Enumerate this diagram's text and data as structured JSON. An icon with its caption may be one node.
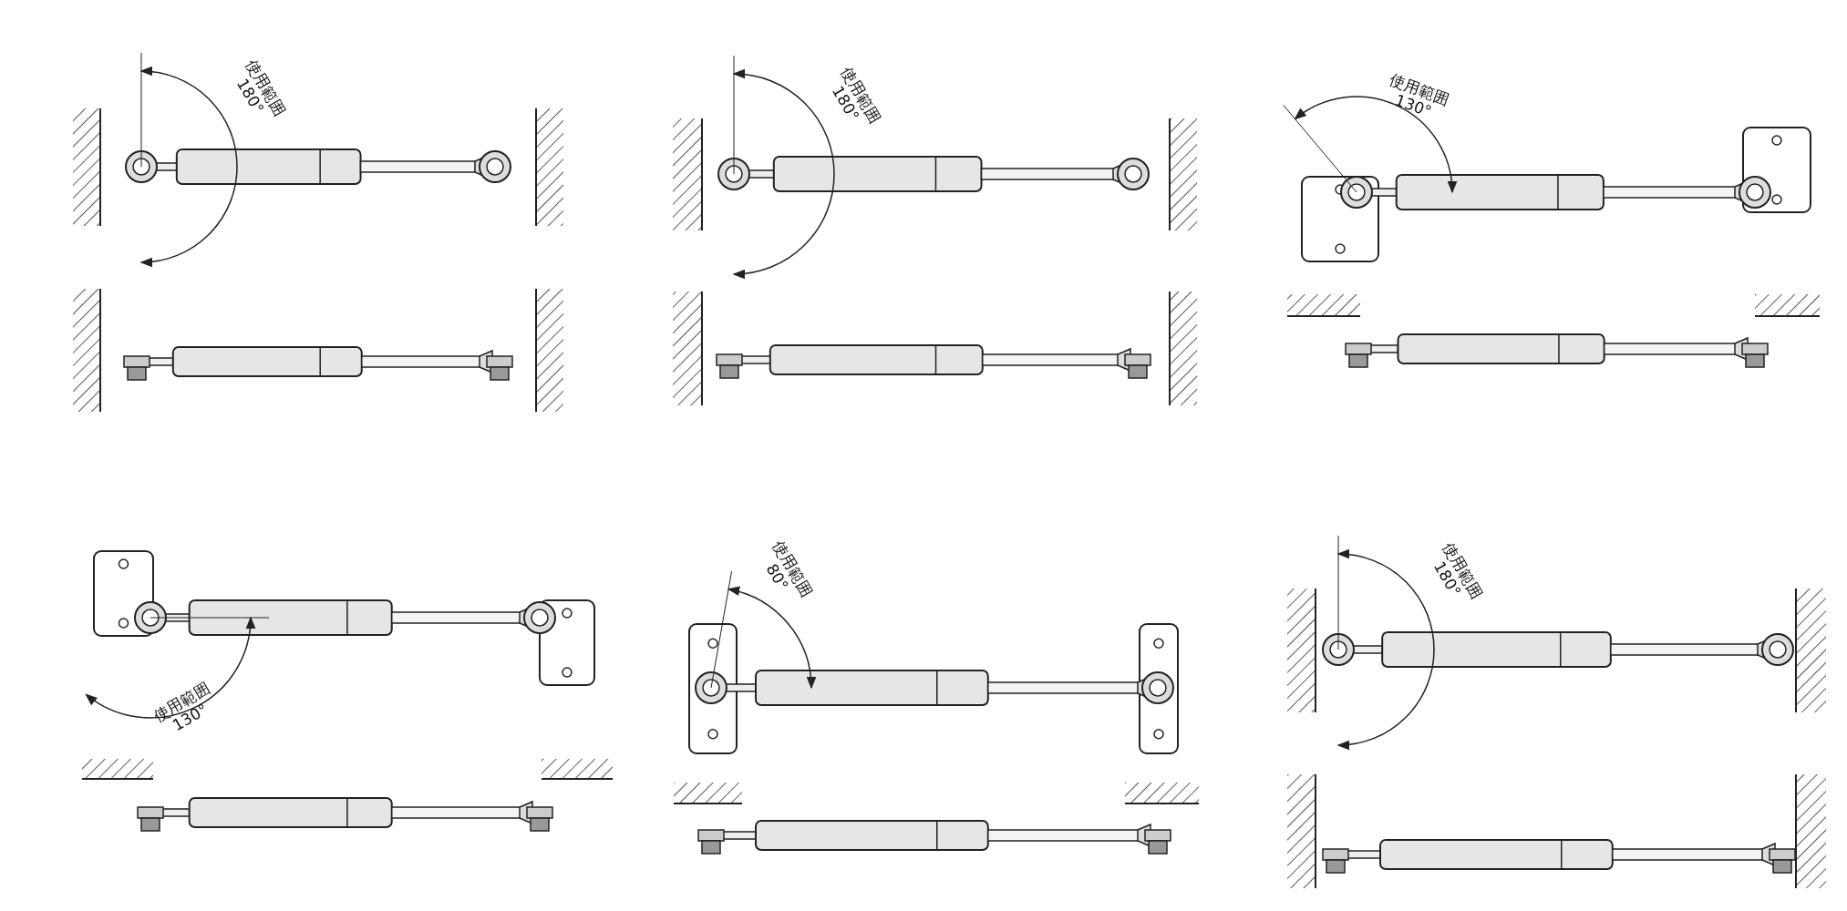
{
  "diagram": {
    "labels": [
      "使用範囲",
      "180°",
      "使用範囲",
      "180°",
      "使用範囲",
      "130°",
      "使用範囲",
      "130°",
      "使用範囲",
      "80°",
      "使用範囲",
      "180°"
    ]
  }
}
